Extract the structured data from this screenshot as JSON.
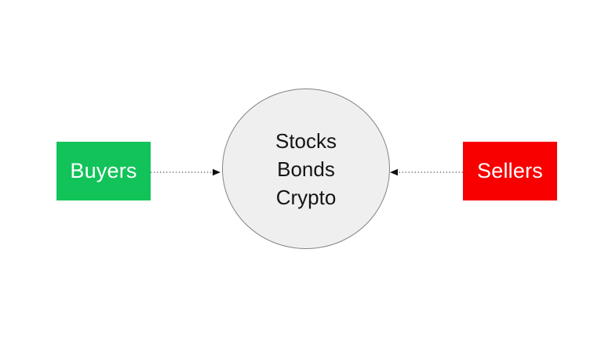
{
  "colors": {
    "canvas_bg": "#ffffff",
    "buyers_fill": "#12c35a",
    "sellers_fill": "#f80000",
    "node_label_color": "#ffffff",
    "market_fill": "#efefef",
    "market_border": "#848484",
    "market_text_color": "#151515",
    "edge_color": "#555555",
    "arrow_color": "#111111"
  },
  "diagram": {
    "nodes": {
      "buyers": {
        "label": "Buyers",
        "shape": "rectangle",
        "fill": "#12c35a",
        "text_color": "#ffffff"
      },
      "sellers": {
        "label": "Sellers",
        "shape": "rectangle",
        "fill": "#f80000",
        "text_color": "#ffffff"
      },
      "market": {
        "lines": [
          "Stocks",
          "Bonds",
          "Crypto"
        ],
        "shape": "ellipse",
        "fill": "#efefef",
        "border_color": "#848484",
        "text_color": "#151515"
      }
    },
    "edges": [
      {
        "from": "buyers",
        "to": "market",
        "line_style": "dotted",
        "arrow": "triangle-right",
        "arrow_at": "market"
      },
      {
        "from": "sellers",
        "to": "market",
        "line_style": "dotted",
        "arrow": "triangle-left",
        "arrow_at": "market"
      }
    ]
  }
}
